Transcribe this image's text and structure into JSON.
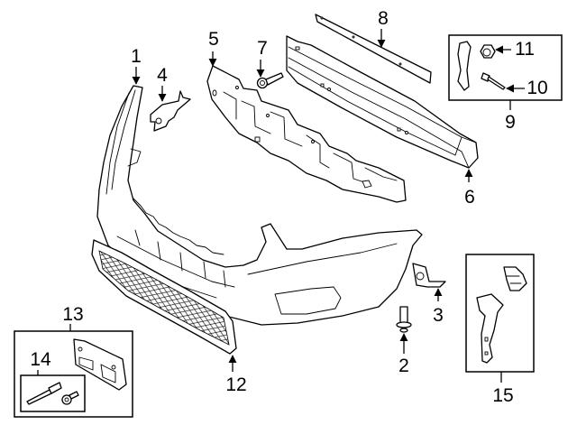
{
  "diagram": {
    "type": "exploded-parts-diagram",
    "subject": "front bumper assembly",
    "callouts": [
      {
        "id": "1",
        "part": "bumper-cover"
      },
      {
        "id": "2",
        "part": "push-pin-retainer"
      },
      {
        "id": "3",
        "part": "side-bracket"
      },
      {
        "id": "4",
        "part": "upper-bracket"
      },
      {
        "id": "5",
        "part": "energy-absorber"
      },
      {
        "id": "6",
        "part": "impact-bar"
      },
      {
        "id": "7",
        "part": "bolt"
      },
      {
        "id": "8",
        "part": "upper-seal-strip"
      },
      {
        "id": "9",
        "part": "bracket-kit"
      },
      {
        "id": "10",
        "part": "rivet"
      },
      {
        "id": "11",
        "part": "nut"
      },
      {
        "id": "12",
        "part": "lower-grille"
      },
      {
        "id": "13",
        "part": "license-bracket-kit"
      },
      {
        "id": "14",
        "part": "fastener-kit"
      },
      {
        "id": "15",
        "part": "sensor-bracket-kit"
      }
    ],
    "colors": {
      "line": "#000000",
      "background": "#ffffff"
    }
  }
}
